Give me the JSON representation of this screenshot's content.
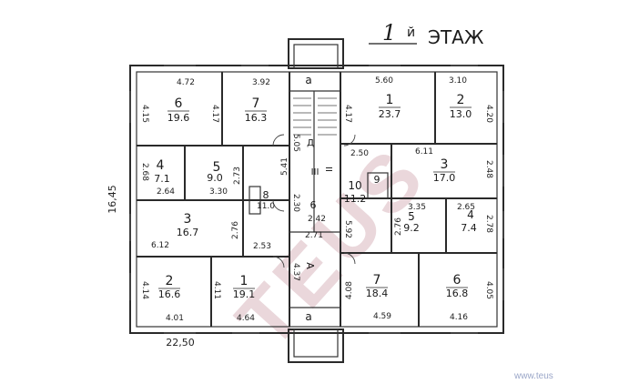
{
  "title": {
    "number": "1",
    "suffix": "й",
    "label": "ЭТАЖ"
  },
  "watermark": "TEUS",
  "overall": {
    "width_label": "22,50",
    "height_label": "16,45"
  },
  "rooms": [
    {
      "id": "6-nw",
      "number": "6",
      "area": "19.6"
    },
    {
      "id": "7-nw",
      "number": "7",
      "area": "16.3"
    },
    {
      "id": "4-w",
      "number": "4",
      "area": "7.1"
    },
    {
      "id": "5-w",
      "number": "5",
      "area": "9.0"
    },
    {
      "id": "3-w",
      "number": "3",
      "area": "16.7"
    },
    {
      "id": "2-sw",
      "number": "2",
      "area": "16.6"
    },
    {
      "id": "1-sw",
      "number": "1",
      "area": "19.1"
    },
    {
      "id": "8-w",
      "number": "8",
      "area": "11.0"
    },
    {
      "id": "1-ne",
      "number": "1",
      "area": "23.7"
    },
    {
      "id": "2-ne",
      "number": "2",
      "area": "13.0"
    },
    {
      "id": "3-e",
      "number": "3",
      "area": "17.0"
    },
    {
      "id": "10-e",
      "number": "10",
      "area": "11.2"
    },
    {
      "id": "5-e",
      "number": "5",
      "area": "9.2"
    },
    {
      "id": "4-e",
      "number": "4",
      "area": "7.4"
    },
    {
      "id": "7-se",
      "number": "7",
      "area": "18.4"
    },
    {
      "id": "6-se",
      "number": "6",
      "area": "16.8"
    },
    {
      "id": "9-e",
      "number": "9",
      "area": ""
    },
    {
      "id": "6c",
      "number": "6",
      "area": ""
    }
  ],
  "stair_labels": [
    "a",
    "а",
    "III",
    "II",
    "A",
    "Д"
  ],
  "dimensions": [
    "4.72",
    "3.92",
    "5.60",
    "3.10",
    "4.15",
    "4.17",
    "4.17",
    "4.20",
    "2.68",
    "2.64",
    "3.30",
    "2.73",
    "5.41",
    "2.50",
    "6.11",
    "2.48",
    "5.05",
    "6.12",
    "2.76",
    "2.53",
    "2.30",
    "2.42",
    "2.71",
    "3.35",
    "2.65",
    "2.78",
    "5.92",
    "2.76",
    "4.14",
    "4.11",
    "4.37",
    "4.08",
    "4.05",
    "4.01",
    "4.64",
    "4.59",
    "4.16"
  ],
  "stamp_text": "www.teus"
}
